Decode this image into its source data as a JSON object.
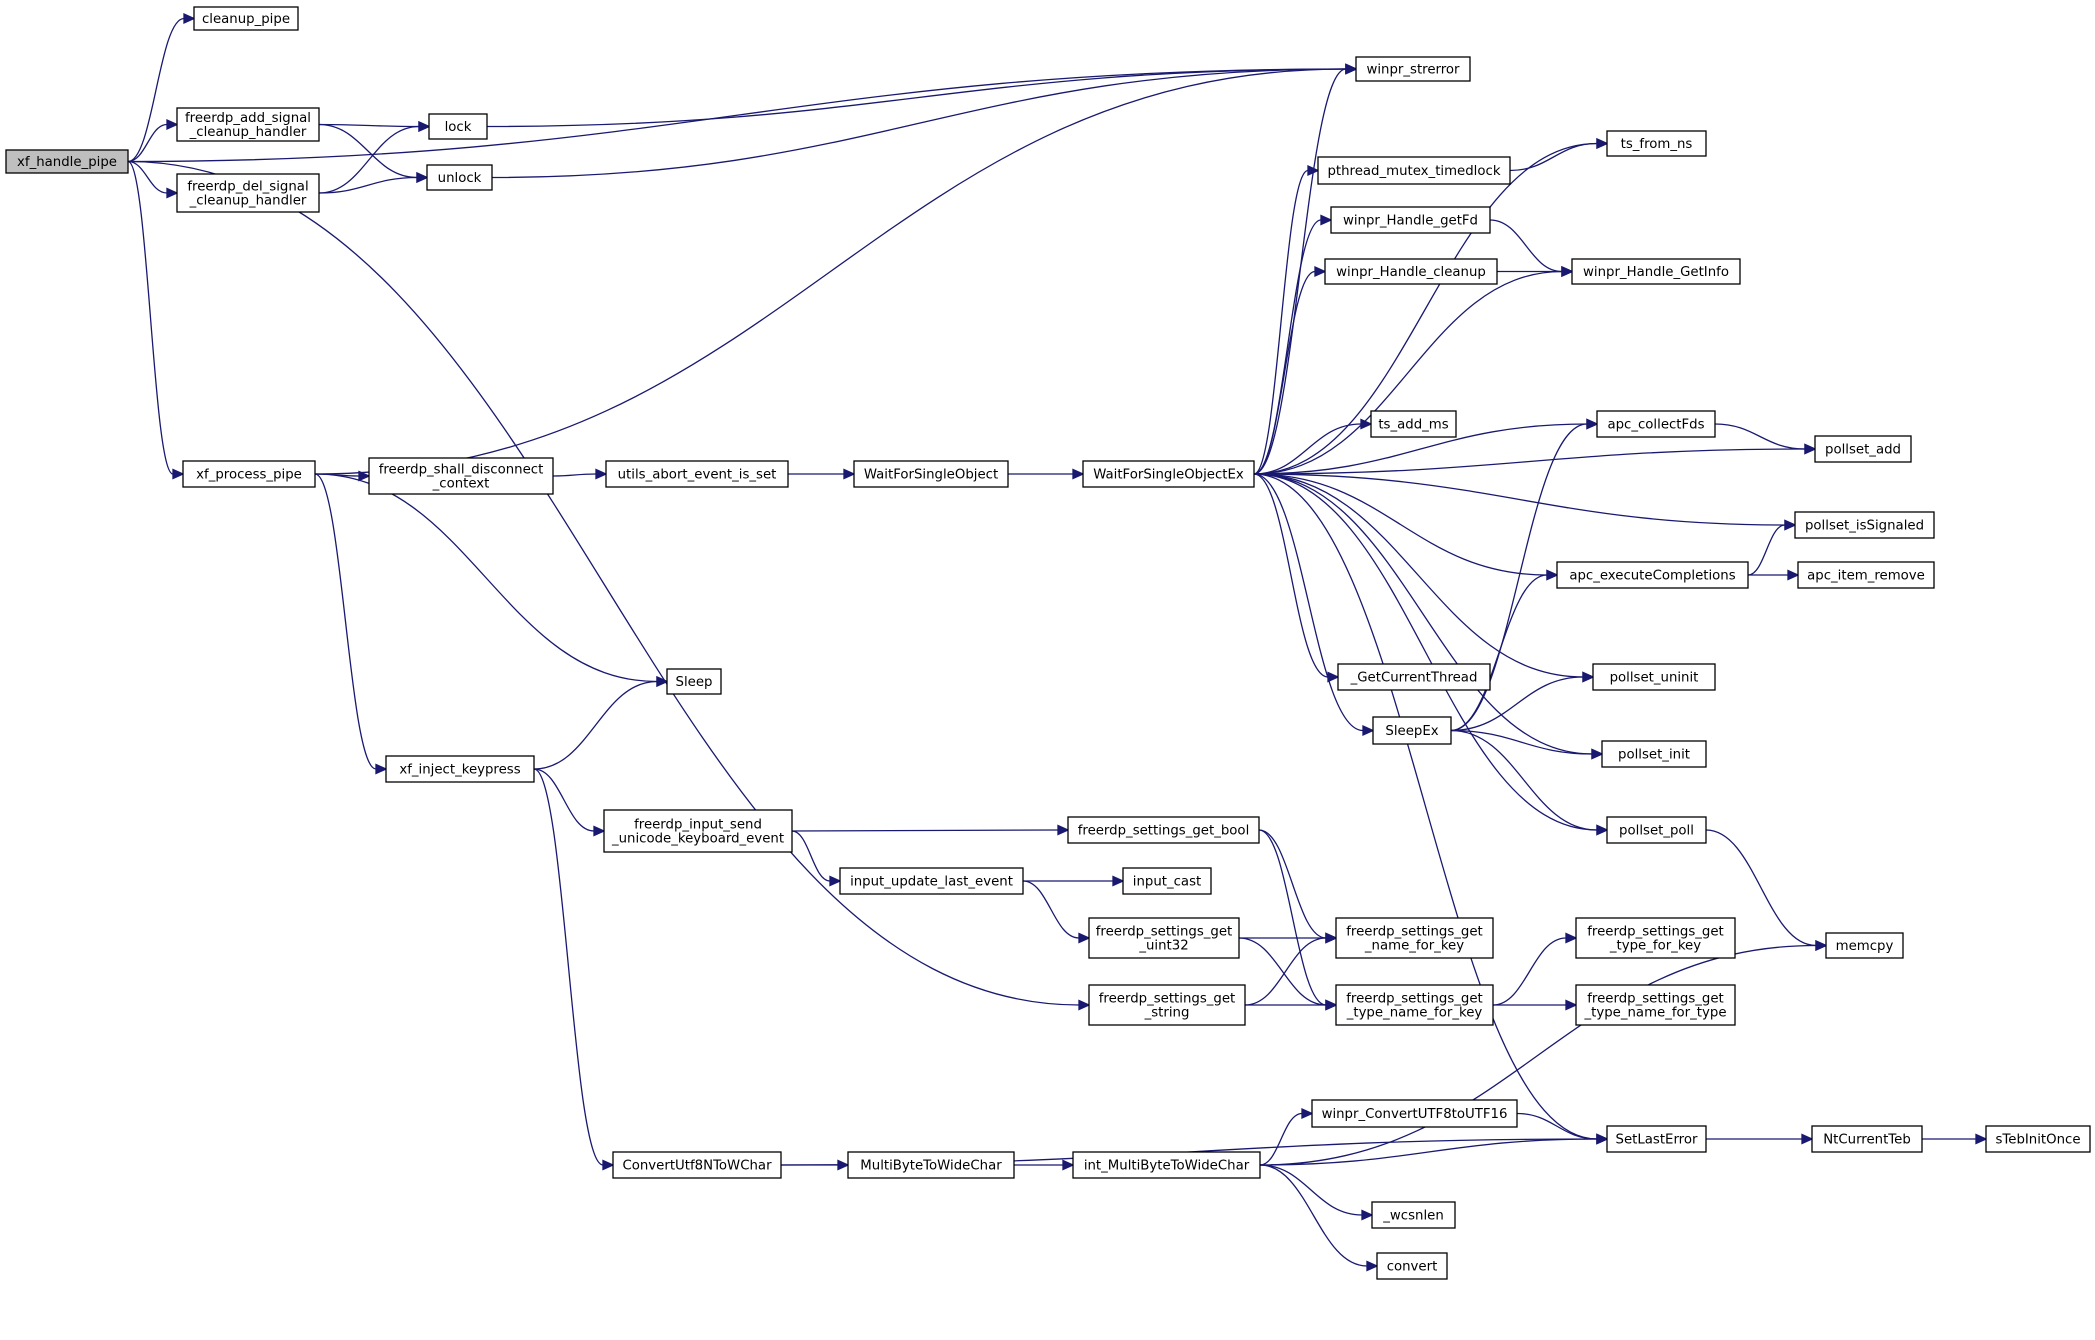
{
  "diagram": {
    "type": "call-graph",
    "colors": {
      "edge": "#191970",
      "root_fill": "#bfbfbf",
      "node_border": "#000000",
      "truncated_border": "#ff0000",
      "background": "#ffffff"
    },
    "nodes": [
      {
        "id": "xf_handle_pipe",
        "lines": [
          "xf_handle_pipe"
        ],
        "kind": "root"
      },
      {
        "id": "cleanup_pipe",
        "lines": [
          "cleanup_pipe"
        ]
      },
      {
        "id": "winpr_strerror",
        "lines": [
          "winpr_strerror"
        ]
      },
      {
        "id": "freerdp_add_signal_cleanup_handler",
        "lines": [
          "freerdp_add_signal",
          "_cleanup_handler"
        ]
      },
      {
        "id": "freerdp_del_signal_cleanup_handler",
        "lines": [
          "freerdp_del_signal",
          "_cleanup_handler"
        ]
      },
      {
        "id": "lock",
        "lines": [
          "lock"
        ]
      },
      {
        "id": "unlock",
        "lines": [
          "unlock"
        ]
      },
      {
        "id": "ts_from_ns",
        "lines": [
          "ts_from_ns"
        ]
      },
      {
        "id": "pthread_mutex_timedlock",
        "lines": [
          "pthread_mutex_timedlock"
        ],
        "kind": "truncated"
      },
      {
        "id": "winpr_Handle_getFd",
        "lines": [
          "winpr_Handle_getFd"
        ]
      },
      {
        "id": "winpr_Handle_cleanup",
        "lines": [
          "winpr_Handle_cleanup"
        ]
      },
      {
        "id": "winpr_Handle_GetInfo",
        "lines": [
          "winpr_Handle_GetInfo"
        ]
      },
      {
        "id": "ts_add_ms",
        "lines": [
          "ts_add_ms"
        ]
      },
      {
        "id": "apc_collectFds",
        "lines": [
          "apc_collectFds"
        ]
      },
      {
        "id": "pollset_add",
        "lines": [
          "pollset_add"
        ]
      },
      {
        "id": "xf_process_pipe",
        "lines": [
          "xf_process_pipe"
        ]
      },
      {
        "id": "freerdp_shall_disconnect_context",
        "lines": [
          "freerdp_shall_disconnect",
          "_context"
        ]
      },
      {
        "id": "utils_abort_event_is_set",
        "lines": [
          "utils_abort_event_is_set"
        ]
      },
      {
        "id": "WaitForSingleObject",
        "lines": [
          "WaitForSingleObject"
        ]
      },
      {
        "id": "WaitForSingleObjectEx",
        "lines": [
          "WaitForSingleObjectEx"
        ]
      },
      {
        "id": "pollset_isSignaled",
        "lines": [
          "pollset_isSignaled"
        ]
      },
      {
        "id": "apc_executeCompletions",
        "lines": [
          "apc_executeCompletions"
        ]
      },
      {
        "id": "apc_item_remove",
        "lines": [
          "apc_item_remove"
        ]
      },
      {
        "id": "_GetCurrentThread",
        "lines": [
          "_GetCurrentThread"
        ]
      },
      {
        "id": "pollset_uninit",
        "lines": [
          "pollset_uninit"
        ]
      },
      {
        "id": "Sleep",
        "lines": [
          "Sleep"
        ]
      },
      {
        "id": "SleepEx",
        "lines": [
          "SleepEx"
        ],
        "kind": "truncated"
      },
      {
        "id": "pollset_init",
        "lines": [
          "pollset_init"
        ]
      },
      {
        "id": "xf_inject_keypress",
        "lines": [
          "xf_inject_keypress"
        ]
      },
      {
        "id": "freerdp_input_send_unicode_keyboard_event",
        "lines": [
          "freerdp_input_send",
          "_unicode_keyboard_event"
        ]
      },
      {
        "id": "freerdp_settings_get_bool",
        "lines": [
          "freerdp_settings_get_bool"
        ]
      },
      {
        "id": "pollset_poll",
        "lines": [
          "pollset_poll"
        ]
      },
      {
        "id": "input_update_last_event",
        "lines": [
          "input_update_last_event"
        ]
      },
      {
        "id": "input_cast",
        "lines": [
          "input_cast"
        ]
      },
      {
        "id": "freerdp_settings_get_uint32",
        "lines": [
          "freerdp_settings_get",
          "_uint32"
        ]
      },
      {
        "id": "freerdp_settings_get_name_for_key",
        "lines": [
          "freerdp_settings_get",
          "_name_for_key"
        ]
      },
      {
        "id": "freerdp_settings_get_type_for_key",
        "lines": [
          "freerdp_settings_get",
          "_type_for_key"
        ]
      },
      {
        "id": "memcpy",
        "lines": [
          "memcpy"
        ]
      },
      {
        "id": "freerdp_settings_get_string",
        "lines": [
          "freerdp_settings_get",
          "_string"
        ]
      },
      {
        "id": "freerdp_settings_get_type_name_for_key",
        "lines": [
          "freerdp_settings_get",
          "_type_name_for_key"
        ]
      },
      {
        "id": "freerdp_settings_get_type_name_for_type",
        "lines": [
          "freerdp_settings_get",
          "_type_name_for_type"
        ]
      },
      {
        "id": "winpr_ConvertUTF8toUTF16",
        "lines": [
          "winpr_ConvertUTF8toUTF16"
        ],
        "kind": "truncated"
      },
      {
        "id": "ConvertUtf8NToWChar",
        "lines": [
          "ConvertUtf8NToWChar"
        ]
      },
      {
        "id": "MultiByteToWideChar",
        "lines": [
          "MultiByteToWideChar"
        ]
      },
      {
        "id": "int_MultiByteToWideChar",
        "lines": [
          "int_MultiByteToWideChar"
        ]
      },
      {
        "id": "SetLastError",
        "lines": [
          "SetLastError"
        ]
      },
      {
        "id": "NtCurrentTeb",
        "lines": [
          "NtCurrentTeb"
        ]
      },
      {
        "id": "sTebInitOnce",
        "lines": [
          "sTebInitOnce"
        ],
        "kind": "truncated"
      },
      {
        "id": "_wcsnlen",
        "lines": [
          "_wcsnlen"
        ]
      },
      {
        "id": "convert",
        "lines": [
          "convert"
        ],
        "kind": "truncated"
      }
    ],
    "edges": [
      [
        "xf_handle_pipe",
        "cleanup_pipe"
      ],
      [
        "xf_handle_pipe",
        "winpr_strerror"
      ],
      [
        "xf_handle_pipe",
        "freerdp_add_signal_cleanup_handler"
      ],
      [
        "xf_handle_pipe",
        "freerdp_del_signal_cleanup_handler"
      ],
      [
        "xf_handle_pipe",
        "xf_process_pipe"
      ],
      [
        "xf_handle_pipe",
        "freerdp_settings_get_string"
      ],
      [
        "freerdp_add_signal_cleanup_handler",
        "lock"
      ],
      [
        "freerdp_add_signal_cleanup_handler",
        "unlock"
      ],
      [
        "freerdp_del_signal_cleanup_handler",
        "lock"
      ],
      [
        "freerdp_del_signal_cleanup_handler",
        "unlock"
      ],
      [
        "lock",
        "winpr_strerror"
      ],
      [
        "unlock",
        "winpr_strerror"
      ],
      [
        "xf_process_pipe",
        "winpr_strerror"
      ],
      [
        "xf_process_pipe",
        "freerdp_shall_disconnect_context"
      ],
      [
        "xf_process_pipe",
        "Sleep"
      ],
      [
        "xf_process_pipe",
        "xf_inject_keypress"
      ],
      [
        "freerdp_shall_disconnect_context",
        "utils_abort_event_is_set"
      ],
      [
        "utils_abort_event_is_set",
        "WaitForSingleObject"
      ],
      [
        "WaitForSingleObject",
        "WaitForSingleObjectEx"
      ],
      [
        "WaitForSingleObjectEx",
        "winpr_strerror"
      ],
      [
        "WaitForSingleObjectEx",
        "ts_from_ns"
      ],
      [
        "WaitForSingleObjectEx",
        "pthread_mutex_timedlock"
      ],
      [
        "WaitForSingleObjectEx",
        "winpr_Handle_getFd"
      ],
      [
        "WaitForSingleObjectEx",
        "winpr_Handle_cleanup"
      ],
      [
        "WaitForSingleObjectEx",
        "winpr_Handle_GetInfo"
      ],
      [
        "WaitForSingleObjectEx",
        "ts_add_ms"
      ],
      [
        "WaitForSingleObjectEx",
        "apc_collectFds"
      ],
      [
        "WaitForSingleObjectEx",
        "pollset_add"
      ],
      [
        "WaitForSingleObjectEx",
        "pollset_isSignaled"
      ],
      [
        "WaitForSingleObjectEx",
        "apc_executeCompletions"
      ],
      [
        "WaitForSingleObjectEx",
        "_GetCurrentThread"
      ],
      [
        "WaitForSingleObjectEx",
        "pollset_uninit"
      ],
      [
        "WaitForSingleObjectEx",
        "SleepEx"
      ],
      [
        "WaitForSingleObjectEx",
        "pollset_init"
      ],
      [
        "WaitForSingleObjectEx",
        "pollset_poll"
      ],
      [
        "WaitForSingleObjectEx",
        "SetLastError"
      ],
      [
        "pthread_mutex_timedlock",
        "ts_from_ns"
      ],
      [
        "winpr_Handle_getFd",
        "winpr_Handle_GetInfo"
      ],
      [
        "winpr_Handle_cleanup",
        "winpr_Handle_GetInfo"
      ],
      [
        "apc_collectFds",
        "pollset_add"
      ],
      [
        "apc_executeCompletions",
        "pollset_isSignaled"
      ],
      [
        "apc_executeCompletions",
        "apc_item_remove"
      ],
      [
        "SleepEx",
        "apc_collectFds"
      ],
      [
        "SleepEx",
        "apc_executeCompletions"
      ],
      [
        "SleepEx",
        "pollset_uninit"
      ],
      [
        "SleepEx",
        "pollset_init"
      ],
      [
        "SleepEx",
        "pollset_poll"
      ],
      [
        "pollset_poll",
        "memcpy"
      ],
      [
        "xf_inject_keypress",
        "Sleep"
      ],
      [
        "xf_inject_keypress",
        "freerdp_input_send_unicode_keyboard_event"
      ],
      [
        "xf_inject_keypress",
        "ConvertUtf8NToWChar"
      ],
      [
        "freerdp_input_send_unicode_keyboard_event",
        "freerdp_settings_get_bool"
      ],
      [
        "freerdp_input_send_unicode_keyboard_event",
        "input_update_last_event"
      ],
      [
        "freerdp_settings_get_bool",
        "freerdp_settings_get_name_for_key"
      ],
      [
        "freerdp_settings_get_bool",
        "freerdp_settings_get_type_name_for_key"
      ],
      [
        "input_update_last_event",
        "input_cast"
      ],
      [
        "input_update_last_event",
        "freerdp_settings_get_uint32"
      ],
      [
        "freerdp_settings_get_uint32",
        "freerdp_settings_get_name_for_key"
      ],
      [
        "freerdp_settings_get_uint32",
        "freerdp_settings_get_type_name_for_key"
      ],
      [
        "freerdp_settings_get_string",
        "freerdp_settings_get_name_for_key"
      ],
      [
        "freerdp_settings_get_string",
        "freerdp_settings_get_type_name_for_key"
      ],
      [
        "freerdp_settings_get_type_name_for_key",
        "freerdp_settings_get_type_for_key"
      ],
      [
        "freerdp_settings_get_type_name_for_key",
        "freerdp_settings_get_type_name_for_type"
      ],
      [
        "ConvertUtf8NToWChar",
        "MultiByteToWideChar"
      ],
      [
        "ConvertUtf8NToWChar",
        "SetLastError"
      ],
      [
        "MultiByteToWideChar",
        "int_MultiByteToWideChar"
      ],
      [
        "int_MultiByteToWideChar",
        "memcpy"
      ],
      [
        "int_MultiByteToWideChar",
        "winpr_ConvertUTF8toUTF16"
      ],
      [
        "int_MultiByteToWideChar",
        "SetLastError"
      ],
      [
        "int_MultiByteToWideChar",
        "_wcsnlen"
      ],
      [
        "int_MultiByteToWideChar",
        "convert"
      ],
      [
        "winpr_ConvertUTF8toUTF16",
        "SetLastError"
      ],
      [
        "SetLastError",
        "NtCurrentTeb"
      ],
      [
        "NtCurrentTeb",
        "sTebInitOnce"
      ]
    ]
  }
}
